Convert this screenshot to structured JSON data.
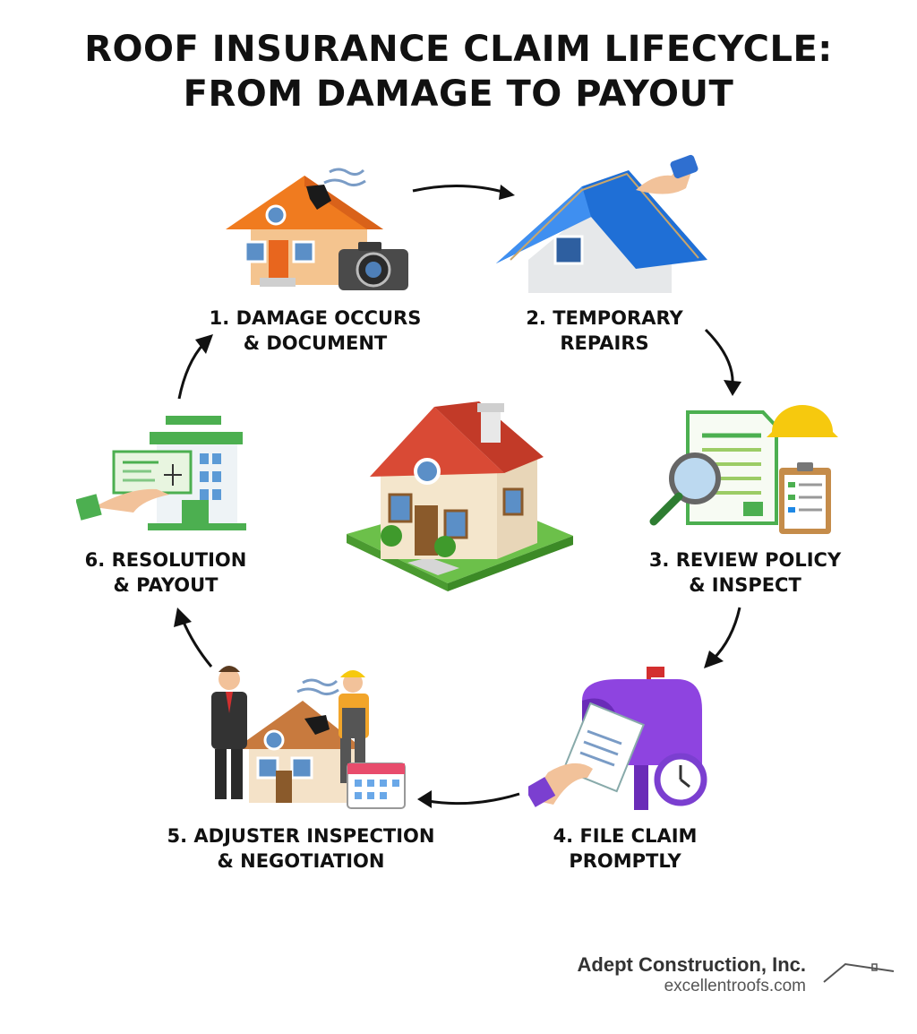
{
  "title": {
    "line1": "ROOF INSURANCE CLAIM LIFECYCLE:",
    "line2": "FROM DAMAGE TO PAYOUT"
  },
  "steps": [
    {
      "line1": "1. DAMAGE OCCURS",
      "line2": "& DOCUMENT",
      "icon": "damaged-house-camera-icon"
    },
    {
      "line1": "2. TEMPORARY",
      "line2": "REPAIRS",
      "icon": "tarp-covered-roof-icon"
    },
    {
      "line1": "3. REVIEW POLICY",
      "line2": "& INSPECT",
      "icon": "policy-document-magnifier-icon"
    },
    {
      "line1": "4. FILE CLAIM",
      "line2": "PROMPTLY",
      "icon": "mailbox-clock-icon"
    },
    {
      "line1": "5. ADJUSTER INSPECTION",
      "line2": "& NEGOTIATION",
      "icon": "adjuster-contractor-icon"
    },
    {
      "line1": "6. RESOLUTION",
      "line2": "& PAYOUT",
      "icon": "check-payout-bank-icon"
    }
  ],
  "center_icon": "house-icon",
  "footer": {
    "company": "Adept Construction, Inc.",
    "url": "excellentroofs.com"
  }
}
